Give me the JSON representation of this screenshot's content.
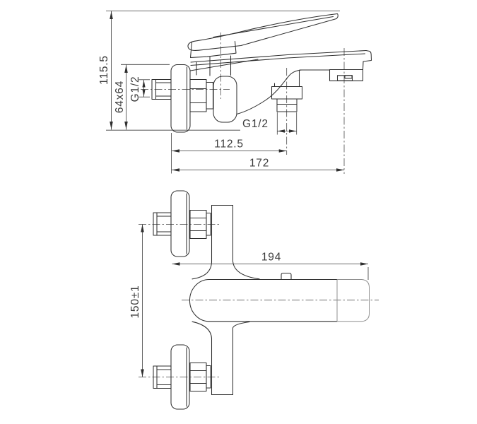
{
  "drawing": {
    "type": "technical-dimension-drawing",
    "subject": "wall-mounted bath mixer faucet, side and front elevations",
    "background_color": "#ffffff",
    "line_color": "#2f2f2f",
    "text_color": "#3c3c3c",
    "dims": {
      "overall_height": "115.5",
      "flange_size": "64x64",
      "inlet_thread": "G1/2",
      "outlet_thread": "G1/2",
      "spout_reach": "112.5",
      "overall_depth": "172",
      "body_length": "194",
      "inlet_centers": "150±1"
    }
  }
}
